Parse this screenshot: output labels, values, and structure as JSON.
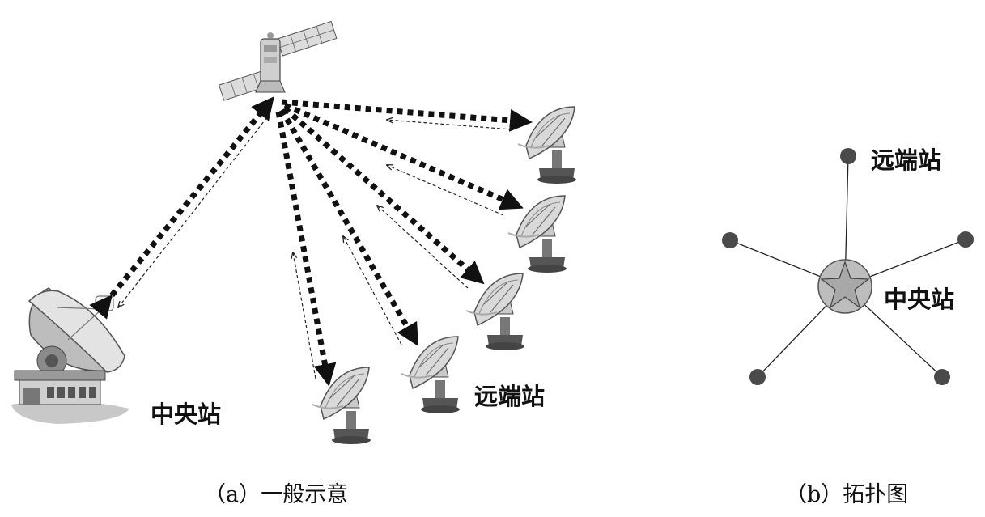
{
  "panel_a": {
    "central_label": "中央站",
    "remote_label": "远端站",
    "caption": "（a）一般示意"
  },
  "panel_b": {
    "remote_label": "远端站",
    "central_label": "中央站",
    "caption": "（b）拓扑图"
  }
}
